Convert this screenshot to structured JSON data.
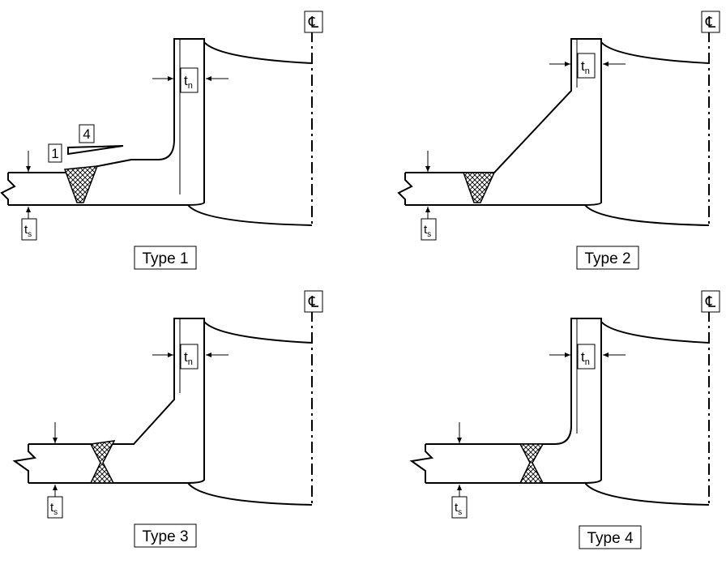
{
  "panels": [
    {
      "id": "type1",
      "caption": "Type 1",
      "nozzle_label": "t",
      "nozzle_sub": "n",
      "shell_label": "t",
      "shell_sub": "s",
      "centerline": "℄",
      "slope_rise": "1",
      "slope_run": "4"
    },
    {
      "id": "type2",
      "caption": "Type 2",
      "nozzle_label": "t",
      "nozzle_sub": "n",
      "shell_label": "t",
      "shell_sub": "s",
      "centerline": "℄"
    },
    {
      "id": "type3",
      "caption": "Type 3",
      "nozzle_label": "t",
      "nozzle_sub": "n",
      "shell_label": "t",
      "shell_sub": "s",
      "centerline": "℄"
    },
    {
      "id": "type4",
      "caption": "Type 4",
      "nozzle_label": "t",
      "nozzle_sub": "n",
      "shell_label": "t",
      "shell_sub": "s",
      "centerline": "℄"
    }
  ]
}
